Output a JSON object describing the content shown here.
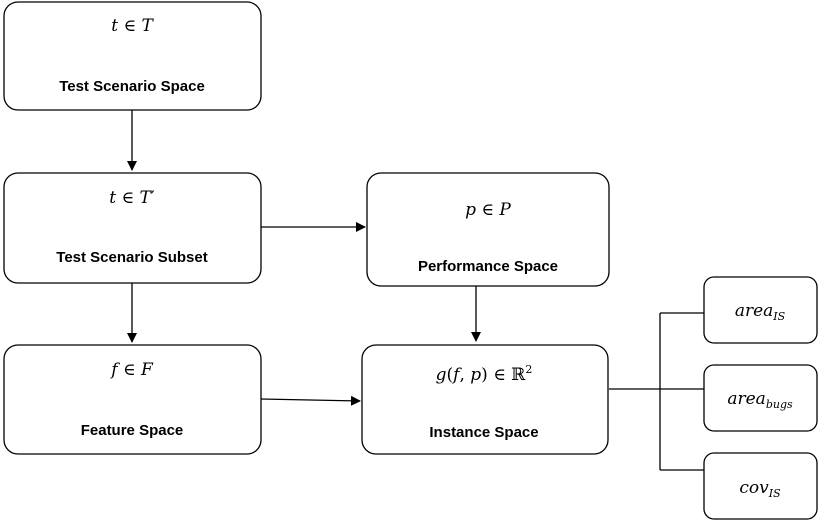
{
  "nodes": {
    "test_scenario_space": {
      "formula": {
        "lhs": "t",
        "op": " ∈ ",
        "rhs": "T",
        "prime": ""
      },
      "label": "Test Scenario Space"
    },
    "test_scenario_subset": {
      "formula": {
        "lhs": "t",
        "op": " ∈ ",
        "rhs": "T",
        "prime": "′"
      },
      "label": "Test Scenario Subset"
    },
    "performance_space": {
      "formula": {
        "lhs": "p",
        "op": " ∈ ",
        "rhs": "P"
      },
      "label": "Performance Space"
    },
    "feature_space": {
      "formula": {
        "lhs": "f",
        "op": " ∈ ",
        "rhs": "F"
      },
      "label": "Feature Space"
    },
    "instance_space": {
      "formula": {
        "func": "g",
        "open": "(",
        "a": "f",
        "comma": ", ",
        "b": "p",
        "close": ")",
        "op": " ∈ ",
        "set": "ℝ",
        "exp": "2"
      },
      "label": "Instance Space"
    },
    "metric_area_is": {
      "base": "area",
      "sub": "IS"
    },
    "metric_area_bugs": {
      "base": "area",
      "sub": "bugs"
    },
    "metric_cov_is": {
      "base": "cov",
      "sub": "IS"
    }
  }
}
